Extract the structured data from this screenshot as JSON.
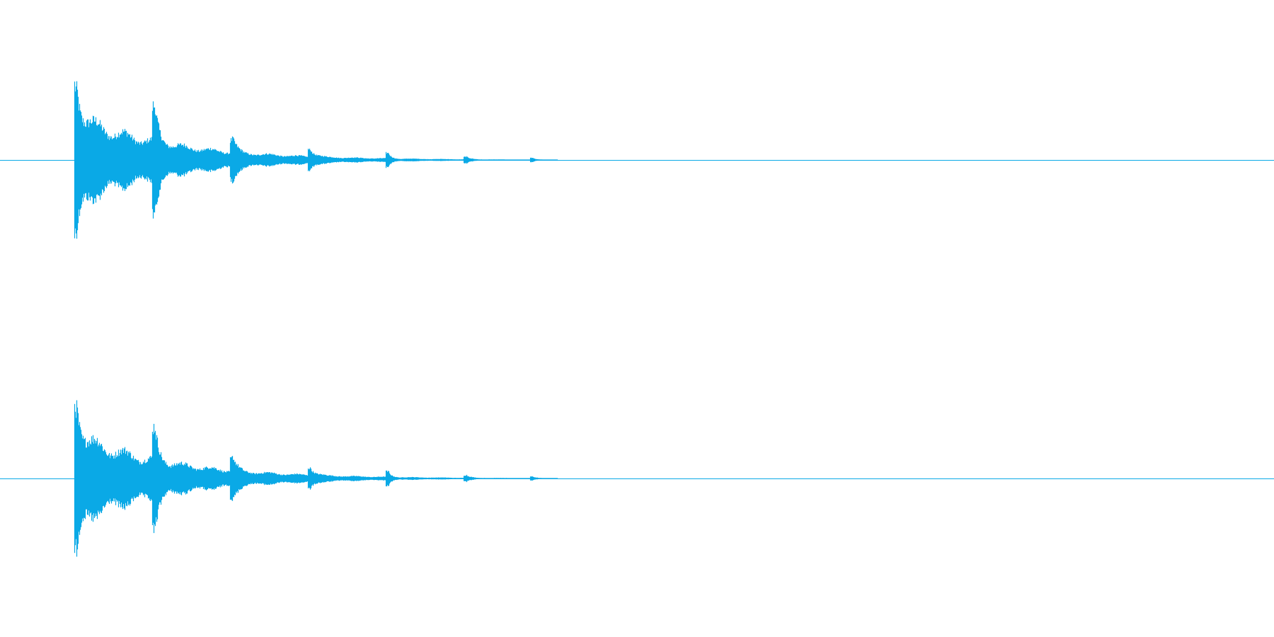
{
  "waveform": {
    "color": "#0aa9e6",
    "channels": [
      {
        "channel": "left",
        "events": [
          {
            "onset": 0.0,
            "peak": 0.63,
            "sustain": 0.34,
            "decay": 0.12,
            "ripple": 0.32
          },
          {
            "onset": 0.1,
            "peak": 0.38,
            "sustain": 0.2,
            "decay": 0.05,
            "ripple": 0.18
          },
          {
            "onset": 0.2,
            "peak": 0.18,
            "sustain": 0.08,
            "decay": 0.04,
            "ripple": 0.1
          },
          {
            "onset": 0.3,
            "peak": 0.1,
            "sustain": 0.05,
            "decay": 0.03,
            "ripple": 0.06
          },
          {
            "onset": 0.4,
            "peak": 0.05,
            "sustain": 0.02,
            "decay": 0.02,
            "ripple": 0.04
          },
          {
            "onset": 0.5,
            "peak": 0.025,
            "sustain": 0.012,
            "decay": 0.02,
            "ripple": 0.02
          },
          {
            "onset": 0.585,
            "peak": 0.015,
            "sustain": 0.008,
            "decay": 0.02,
            "ripple": 0.01
          }
        ],
        "tail_end": 0.62
      },
      {
        "channel": "right",
        "events": [
          {
            "onset": 0.0,
            "peak": 0.63,
            "sustain": 0.34,
            "decay": 0.12,
            "ripple": 0.32
          },
          {
            "onset": 0.1,
            "peak": 0.36,
            "sustain": 0.19,
            "decay": 0.05,
            "ripple": 0.18
          },
          {
            "onset": 0.2,
            "peak": 0.18,
            "sustain": 0.08,
            "decay": 0.04,
            "ripple": 0.1
          },
          {
            "onset": 0.3,
            "peak": 0.1,
            "sustain": 0.05,
            "decay": 0.03,
            "ripple": 0.06
          },
          {
            "onset": 0.4,
            "peak": 0.05,
            "sustain": 0.02,
            "decay": 0.02,
            "ripple": 0.04
          },
          {
            "onset": 0.5,
            "peak": 0.025,
            "sustain": 0.012,
            "decay": 0.02,
            "ripple": 0.02
          },
          {
            "onset": 0.585,
            "peak": 0.015,
            "sustain": 0.008,
            "decay": 0.02,
            "ripple": 0.01
          }
        ],
        "tail_end": 0.62
      }
    ]
  }
}
